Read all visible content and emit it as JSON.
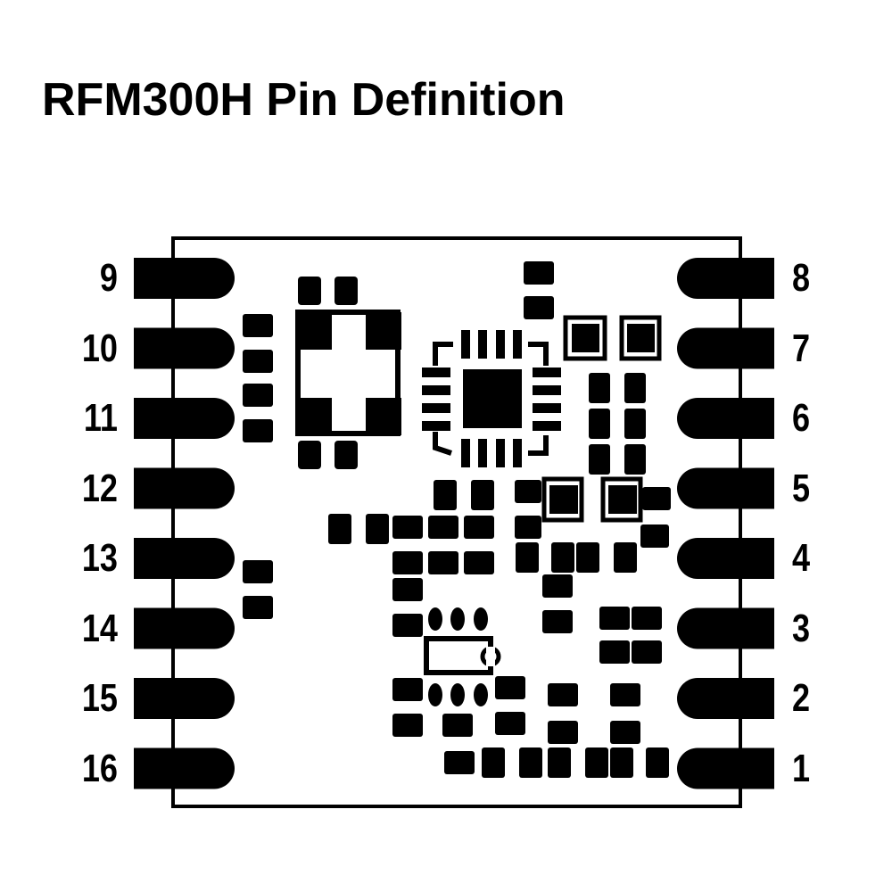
{
  "title": "RFM300H Pin Definition",
  "colors": {
    "ink": "#000000",
    "background": "#ffffff"
  },
  "module": {
    "name": "RFM300H",
    "left_pins": [
      "9",
      "10",
      "11",
      "12",
      "13",
      "14",
      "15",
      "16"
    ],
    "right_pins": [
      "8",
      "7",
      "6",
      "5",
      "4",
      "3",
      "2",
      "1"
    ]
  }
}
